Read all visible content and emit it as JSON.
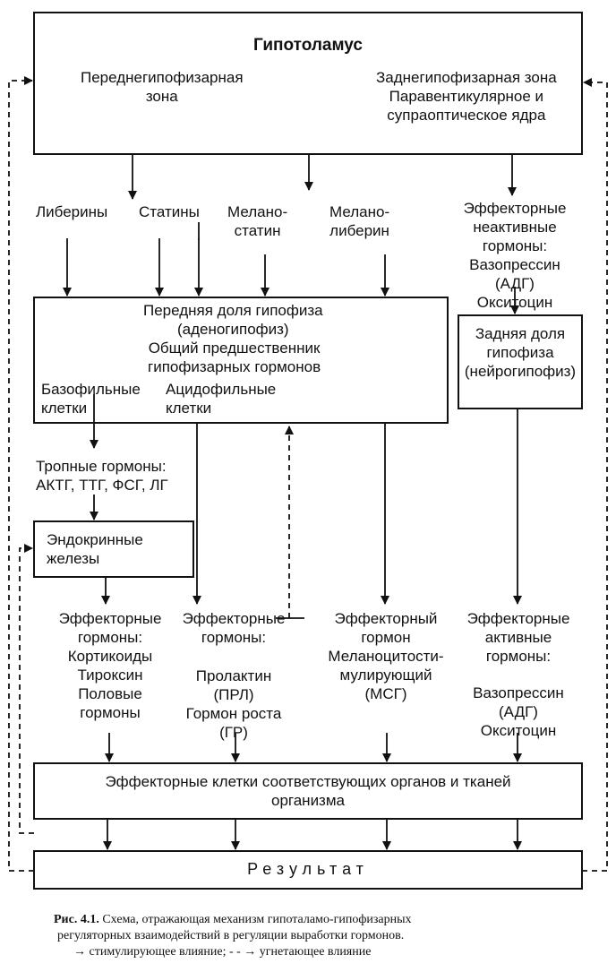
{
  "hypothalamus": {
    "title": "Гипотоламус",
    "anterior_zone": [
      "Переднегипофизарная",
      "зона"
    ],
    "posterior_zone": [
      "Заднегипофизарная зона",
      "Паравентикулярное и",
      "супраоптическое ядра"
    ]
  },
  "releasing": {
    "liberins": "Либерины",
    "statins": "Статины",
    "melanostatin": [
      "Мелано-",
      "статин"
    ],
    "melanoliberin": [
      "Мелано-",
      "либерин"
    ],
    "inactive": [
      "Эффекторные",
      "неактивные",
      "гормоны:",
      "Вазопрессин",
      "(АДГ)",
      "Окситоцин"
    ]
  },
  "anterior_pituitary": {
    "title": [
      "Передняя доля гипофиза",
      "(аденогипофиз)"
    ],
    "precursor": [
      "Общий предшественник",
      "гипофизарных гормонов"
    ],
    "basophil": [
      "Базофильные",
      "клетки"
    ],
    "acidophil": [
      "Ацидофильные",
      "клетки"
    ]
  },
  "posterior_pituitary": [
    "Задняя доля",
    "гипофиза",
    "(нейрогипофиз)"
  ],
  "tropic": [
    "Тропные гормоны:",
    "АКТГ, ТТГ, ФСГ, ЛГ"
  ],
  "endocrine": [
    "Эндокринные",
    "железы"
  ],
  "effectors": {
    "col1": [
      "Эффекторные",
      "гормоны:",
      "Кортикоиды",
      "Тироксин",
      "Половые",
      "гормоны"
    ],
    "col2": [
      "Эффекторные",
      "гормоны:"
    ],
    "col2b": [
      "Пролактин",
      "(ПРЛ)",
      "Гормон роста",
      "(ГР)"
    ],
    "col3": [
      "Эффекторный",
      "гормон",
      "Меланоцитости-",
      "мулирующий",
      "(МСГ)"
    ],
    "col4": [
      "Эффекторные",
      "активные",
      "гормоны:",
      "Вазопрессин",
      "(АДГ)",
      "Окситоцин"
    ]
  },
  "target_cells": [
    "Эффекторные клетки соответствующих органов и тканей",
    "организма"
  ],
  "result": "Результат",
  "caption": {
    "label": "Рис. 4.1.",
    "line1": "Схема, отражающая механизм гипоталамо-гипофизарных",
    "line2": "регуляторных взаимодействий в регуляции выработки гормонов.",
    "line3": "→ стимулирующее влияние; - - → угнетающее влияние"
  }
}
